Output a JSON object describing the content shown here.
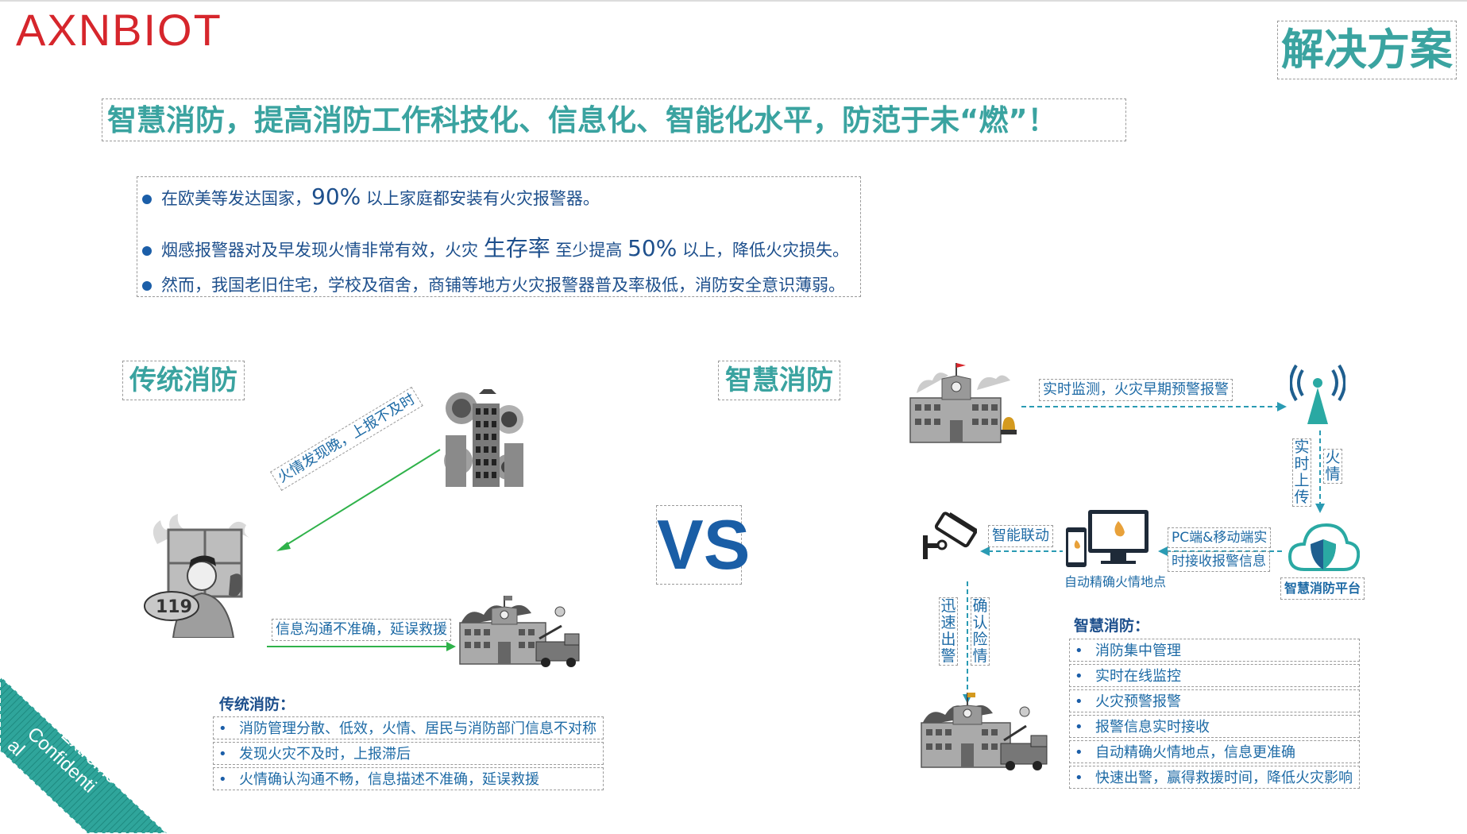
{
  "brand": {
    "logo_text": "AXNBIOT",
    "logo_color": "#d6262c"
  },
  "page_tag": "解决方案",
  "headline": "智慧消防，提高消防工作科技化、信息化、智能化水平，防范于未“燃”！",
  "facts": [
    {
      "text": "在欧美等发达国家，",
      "highlight": "90%",
      "tail": " 以上家庭都安装有火灾报警器。"
    },
    {
      "text": "烟感报警器对及早发现火情非常有效，火灾 ",
      "highlight": "生存率",
      "mid": " 至少提高 ",
      "highlight2": "50%",
      "tail": " 以上，降低火灾损失。"
    },
    {
      "text": "然而，我国老旧住宅，学校及宿舍，商铺等地方火灾报警器普及率极低，消防安全意识薄弱。"
    }
  ],
  "traditional": {
    "title": "传统消防",
    "arrow_label_1": "火情发现晚，上报不及时",
    "arrow_label_2": "信息沟通不准确，延误救援",
    "phone_number": "119",
    "summary_title": "传统消防：",
    "summary_items": [
      "消防管理分散、低效，火情、居民与消防部门信息不对称",
      "发现火灾不及时，上报滞后",
      "火情确认沟通不畅，信息描述不准确，延误救援"
    ]
  },
  "vs_text": "VS",
  "smart": {
    "title": "智慧消防",
    "monitor_label": "实时监测，火灾早期预警报警",
    "upload_label_a": "实时上传",
    "upload_label_b": "火情",
    "pc_label_1": "PC端&移动端实",
    "pc_label_2": "时接收报警信息",
    "platform_label": "智慧消防平台",
    "location_label": "自动精确火情地点",
    "linkage_label": "智能联动",
    "dispatch_label_a": "迅速出警",
    "dispatch_label_b": "确认险情",
    "summary_title": "智慧消防：",
    "summary_items": [
      "消防集中管理",
      "实时在线监控",
      "火灾预警报警",
      "报警信息实时接收",
      "自动精确火情地点，信息更准确",
      "快速出警，赢得救援时间，降低火灾影响"
    ]
  },
  "watermark": {
    "line1": "Extreme",
    "line2": "Confidenti",
    "line3": "al"
  },
  "colors": {
    "teal": "#3aa3a0",
    "blue": "#1d6aa5",
    "dark_blue": "#1a5ea6",
    "red": "#d6262c",
    "green_arrow": "#2fb24a"
  }
}
